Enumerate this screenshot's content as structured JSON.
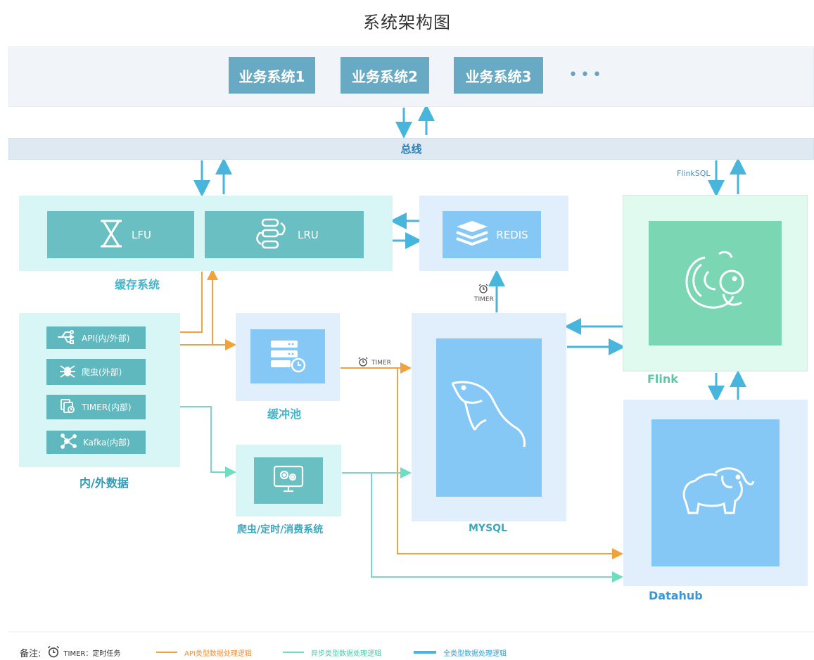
{
  "title": "系统架构图",
  "business_systems": [
    "业务系统1",
    "业务系统2",
    "业务系统3"
  ],
  "business_more": "•••",
  "bus_label": "总线",
  "flinksql_label": "FlinkSQL",
  "cache": {
    "caption": "缓存系统",
    "lfu": "LFU",
    "lru": "LRU"
  },
  "redis_label": "REDIS",
  "flink_caption": "Flink",
  "datahub_caption": "Datahub",
  "mysql_caption": "MYSQL",
  "buffer_caption": "缓冲池",
  "consumer_caption": "爬虫/定时/消费系统",
  "data_caption": "内/外数据",
  "sources": [
    "API(内/外部)",
    "爬虫(外部)",
    "TIMER(内部)",
    "Kafka(内部)"
  ],
  "timer_tag": "TIMER",
  "legend": {
    "prefix": "备注:",
    "timer": "TIMER：定时任务",
    "api": "API类型数据处理逻辑",
    "async": "异步类型数据处理逻辑",
    "all": "全类型数据处理逻辑"
  },
  "colors": {
    "orange": "#f0a33c",
    "mint": "#6fddc0",
    "blue": "#48b6dc"
  }
}
